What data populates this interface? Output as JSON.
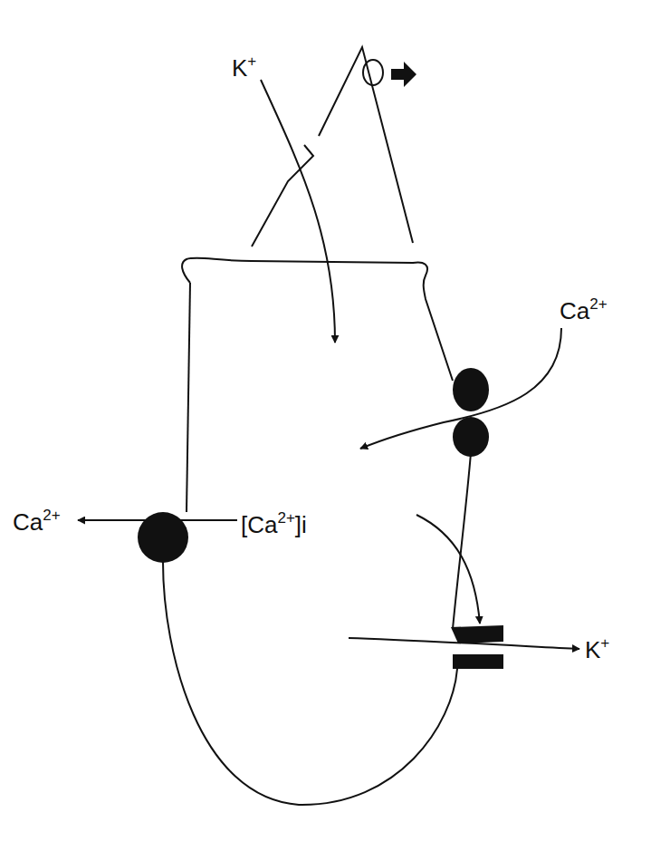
{
  "diagram": {
    "labels": [
      "K+",
      "Ca2+",
      "[Ca2+]i",
      "Ca2+",
      "K+"
    ]
  }
}
